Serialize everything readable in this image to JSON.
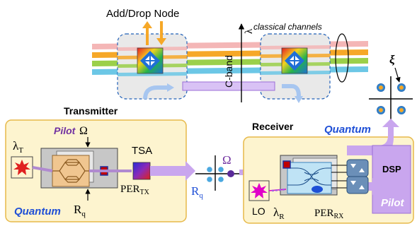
{
  "labels": {
    "add_drop_node": "Add/Drop Node",
    "classical_channels": "classical channels",
    "lambda_axis": "λ",
    "c_band": "C-band",
    "xi": "ξ",
    "transmitter": "Transmitter",
    "receiver": "Receiver",
    "pilot_tx": "Pilot",
    "omega_tx": "Ω",
    "lambda_t_main": "λ",
    "lambda_t_sub": "T",
    "tsa": "TSA",
    "per_tx_main": "PER",
    "per_tx_sub": "TX",
    "quantum_tx": "Quantum",
    "r_q_tx_main": "R",
    "r_q_tx_sub": "q",
    "r_q_mid_main": "R",
    "r_q_mid_sub": "q",
    "omega_mid": "Ω",
    "quantum_rx": "Quantum",
    "dsp": "DSP",
    "pilot_rx": "Pilot",
    "lo": "LO",
    "lambda_r_main": "λ",
    "lambda_r_sub": "R",
    "per_rx_main": "PER",
    "per_rx_sub": "RX"
  },
  "colors": {
    "wdm_channels": [
      "#f4b6b6",
      "#f6a828",
      "#9bd04a",
      "#6cc7e6"
    ],
    "highlight_lane": "#c9a9f0",
    "pilot_arrow": "#c9a6ee",
    "laser_red": "#e02020",
    "laser_magenta": "#e000c8",
    "constellation_blue": "#3a8fd6",
    "constellation_core": "#f6a623",
    "panel_fill": "#fdf4cf",
    "panel_border": "#e7b94a"
  }
}
